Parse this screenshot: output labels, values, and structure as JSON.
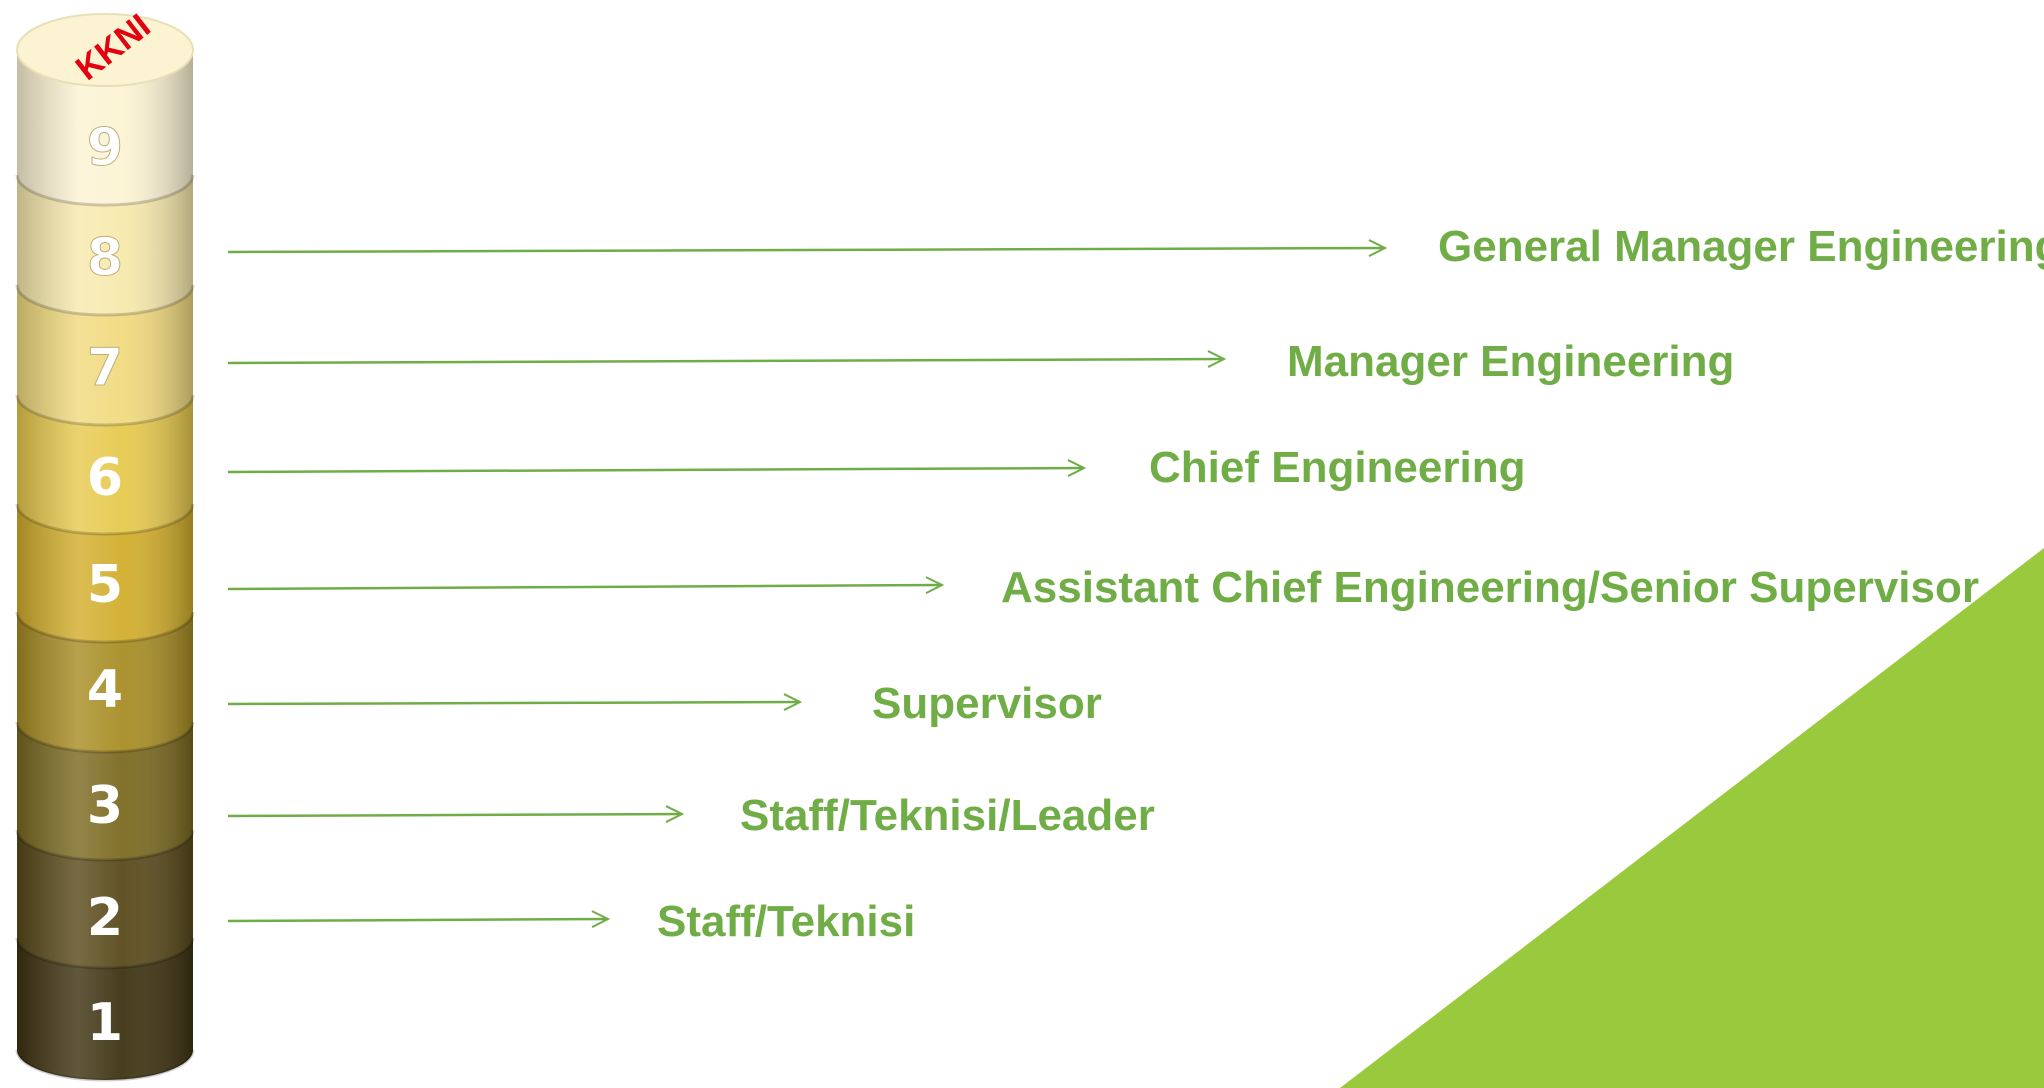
{
  "colors": {
    "accent_green": "#70ad47",
    "triangle_green": "#99c93c",
    "top_label_red": "#e3000f"
  },
  "kkni": {
    "top_label": "KKNI",
    "levels": [
      {
        "number": "1",
        "color": "#3e3312"
      },
      {
        "number": "2",
        "color": "#594a1b"
      },
      {
        "number": "3",
        "color": "#7b6a21"
      },
      {
        "number": "4",
        "color": "#a88d25"
      },
      {
        "number": "5",
        "color": "#d2ae2d"
      },
      {
        "number": "6",
        "color": "#e7c94f"
      },
      {
        "number": "7",
        "color": "#f1da7f"
      },
      {
        "number": "8",
        "color": "#f7e9ad"
      },
      {
        "number": "9",
        "color": "#fcf3d3"
      }
    ]
  },
  "roles": [
    {
      "level": "2",
      "label": "Staff/Teknisi"
    },
    {
      "level": "3",
      "label": "Staff/Teknisi/Leader"
    },
    {
      "level": "4",
      "label": "Supervisor"
    },
    {
      "level": "5",
      "label": "Assistant Chief Engineering/Senior Supervisor"
    },
    {
      "level": "6",
      "label": "Chief Engineering"
    },
    {
      "level": "7",
      "label": "Manager Engineering"
    },
    {
      "level": "8",
      "label": "General Manager Engineering"
    }
  ]
}
